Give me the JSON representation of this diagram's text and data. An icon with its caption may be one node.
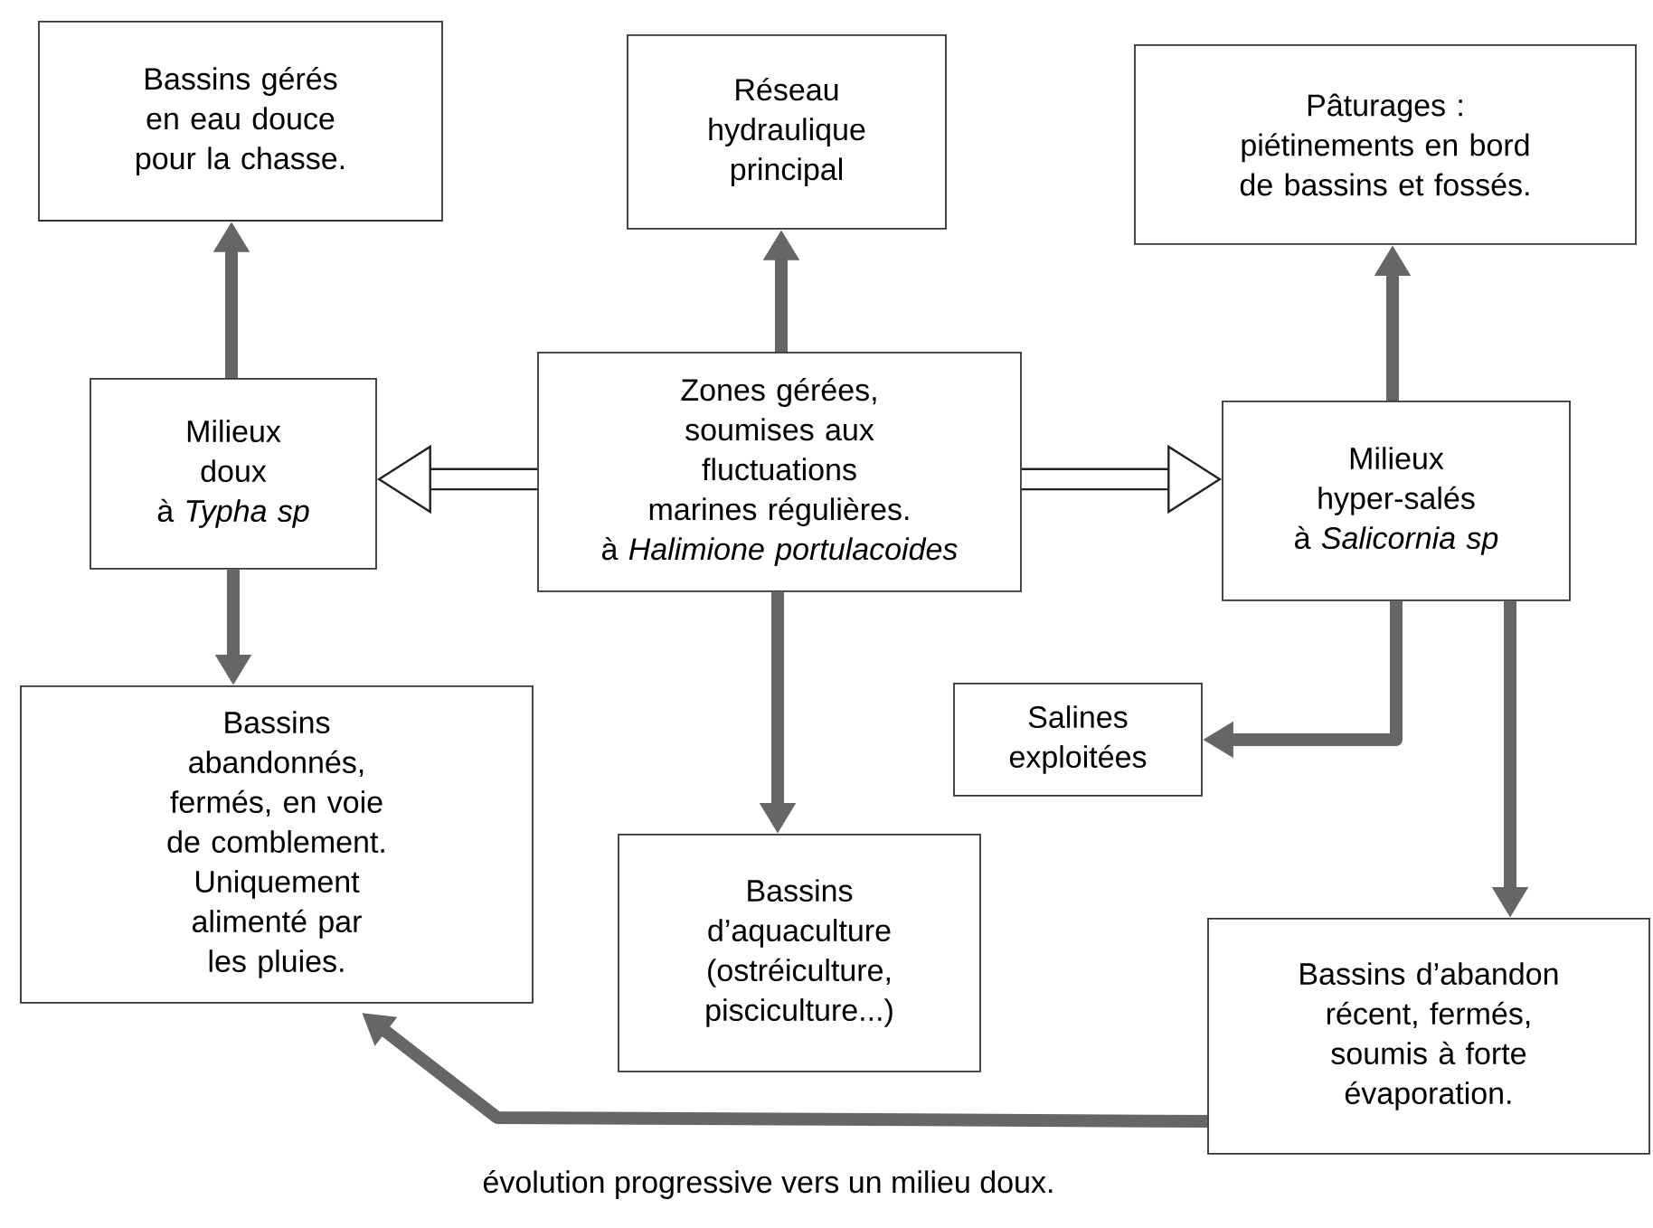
{
  "diagram": {
    "nodes": [
      {
        "text": [
          "Bassins gérés en eau douce pour la chasse."
        ]
      },
      {
        "text": [
          "Réseau hydraulique principal"
        ]
      },
      {
        "text": [
          "Pâturages : piétinements en bord de bassins et fossés."
        ]
      },
      {
        "text": [
          "Milieux doux",
          "à *Typha sp*"
        ]
      },
      {
        "text": [
          "Zones gérées, soumises aux fluctuations marines régulières.",
          "à *Halimione portulacoides*"
        ]
      },
      {
        "text": [
          "Milieux hyper-salés",
          "à *Salicornia sp*"
        ]
      },
      {
        "text": [
          "Bassins abandonnés, fermés, en voie de comblement. Uniquement alimenté par les pluies."
        ]
      },
      {
        "text": [
          "Salines exploitées"
        ]
      },
      {
        "text": [
          "Bassins d’aquaculture (ostréiculture, pisciculture...)"
        ]
      },
      {
        "text": [
          "Bassins d’abandon récent, fermés, soumis à forte évaporation."
        ]
      }
    ],
    "edges": [
      {
        "from": 3,
        "to": 0,
        "arrow": "to"
      },
      {
        "from": 4,
        "to": 1,
        "arrow": "to"
      },
      {
        "from": 5,
        "to": 2,
        "arrow": "to"
      },
      {
        "from": 4,
        "to": 3,
        "arrow": "to",
        "color": "#222222"
      },
      {
        "from": 4,
        "to": 5,
        "arrow": "to",
        "color": "#222222"
      },
      {
        "from": 3,
        "to": 6,
        "arrow": "to"
      },
      {
        "from": 4,
        "to": 8,
        "arrow": "to"
      },
      {
        "from": 5,
        "to": 7,
        "arrow": "to"
      },
      {
        "from": 5,
        "to": 9,
        "arrow": "to"
      },
      {
        "from": 9,
        "to": 6,
        "arrow": "to"
      }
    ],
    "labels": [
      "évolution progressive vers un milieu doux."
    ]
  }
}
